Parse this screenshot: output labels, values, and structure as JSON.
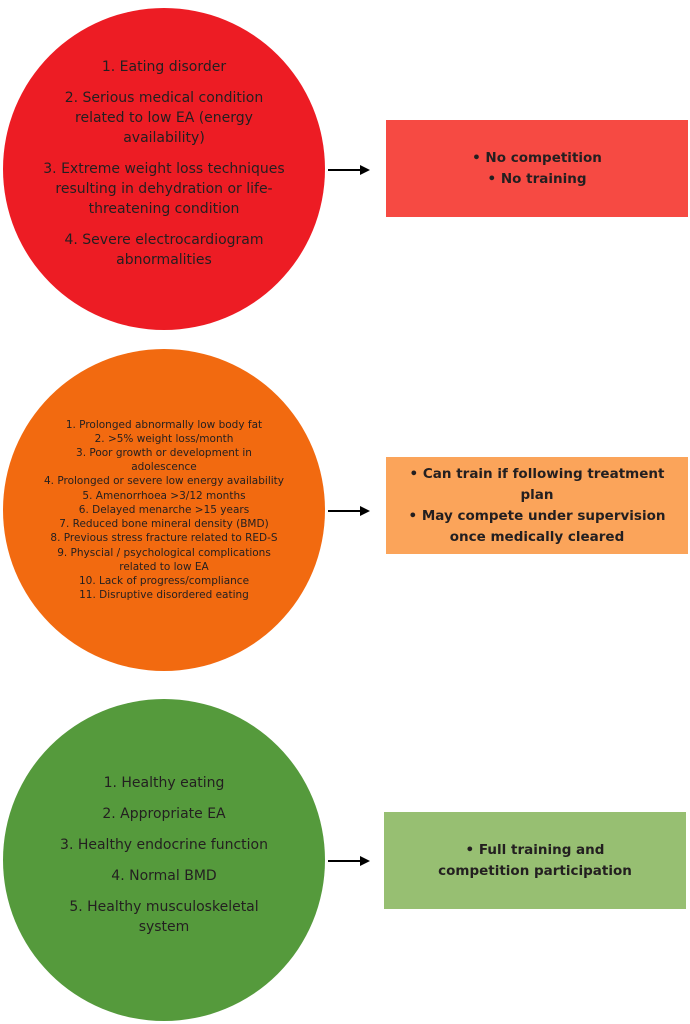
{
  "colors": {
    "red_circle": "#ed1c24",
    "red_box": "#f64a43",
    "orange_circle": "#f26a10",
    "orange_box": "#fba45a",
    "green_circle": "#559a3c",
    "green_box": "#97bf72"
  },
  "red": {
    "criteria": [
      "1. Eating disorder",
      "2. Serious medical condition related to low EA (energy availability)",
      "3. Extreme weight loss techniques resulting in dehydration or life-threatening condition",
      "4. Severe electrocardiogram abnormalities"
    ],
    "outcome": [
      "• No competition",
      "• No training"
    ]
  },
  "orange": {
    "criteria": [
      "1. Prolonged abnormally low body fat",
      "2. >5% weight loss/month",
      "3. Poor growth or development in adolescence",
      "4. Prolonged or severe low energy availability",
      "5. Amenorrhoea >3/12 months",
      "6. Delayed menarche >15 years",
      "7. Reduced bone mineral density (BMD)",
      "8. Previous stress fracture related to RED-S",
      "9. Physcial / psychological complications related to low EA",
      "10. Lack of progress/compliance",
      "11. Disruptive disordered eating"
    ],
    "outcome": [
      "• Can train if following treatment plan",
      "• May compete under supervision once medically cleared"
    ]
  },
  "green": {
    "criteria": [
      "1. Healthy eating",
      "2. Appropriate EA",
      "3. Healthy endocrine function",
      "4. Normal BMD",
      "5. Healthy musculoskeletal system"
    ],
    "outcome": [
      "• Full training and competition participation"
    ]
  }
}
